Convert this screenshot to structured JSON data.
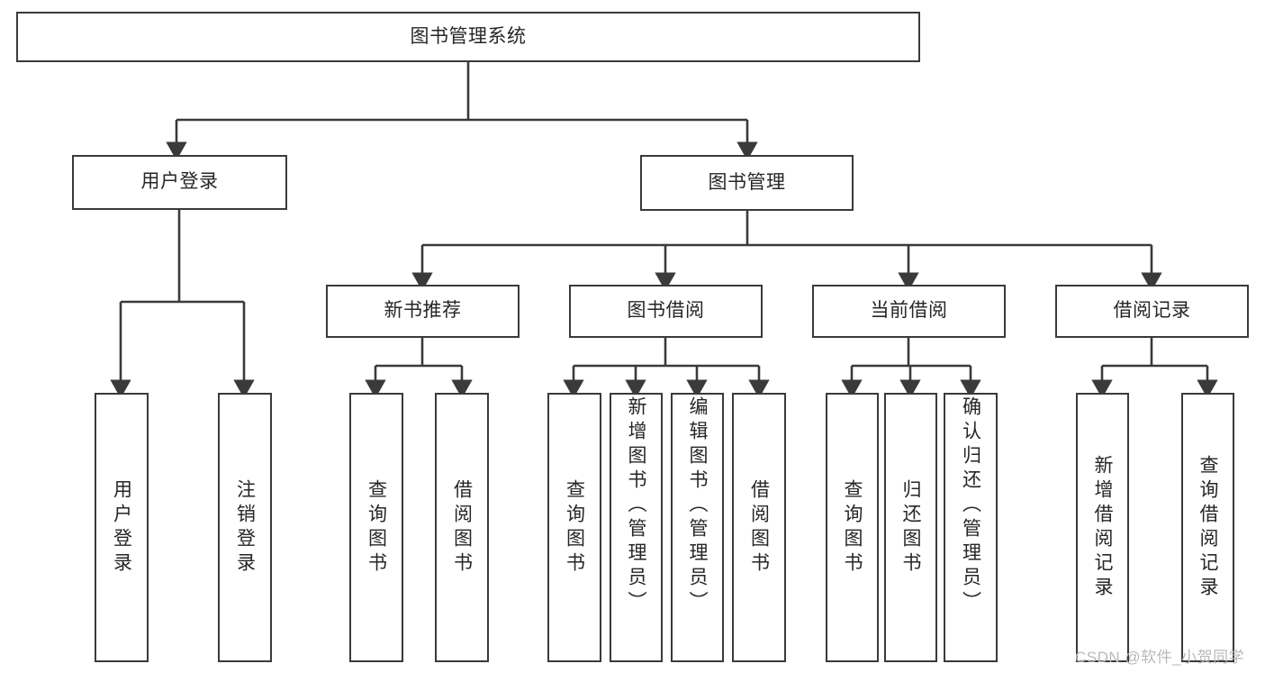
{
  "diagram": {
    "type": "tree-hierarchy",
    "title": "图书管理系统",
    "root": {
      "label": "图书管理系统"
    },
    "level2": [
      {
        "label": "用户登录"
      },
      {
        "label": "图书管理"
      }
    ],
    "level3": [
      {
        "label": "新书推荐"
      },
      {
        "label": "图书借阅"
      },
      {
        "label": "当前借阅"
      },
      {
        "label": "借阅记录"
      }
    ],
    "leaves": {
      "user_login": [
        {
          "label": "用户登录"
        },
        {
          "label": "注销登录"
        }
      ],
      "new_book_recommend": [
        {
          "label": "查询图书"
        },
        {
          "label": "借阅图书"
        }
      ],
      "book_borrow": [
        {
          "label": "查询图书"
        },
        {
          "label": "新增图书（管理员）"
        },
        {
          "label": "编辑图书（管理员）"
        },
        {
          "label": "借阅图书"
        }
      ],
      "current_borrow": [
        {
          "label": "查询图书"
        },
        {
          "label": "归还图书"
        },
        {
          "label": "确认归还（管理员）"
        }
      ],
      "borrow_record": [
        {
          "label": "新增借阅记录"
        },
        {
          "label": "查询借阅记录"
        }
      ]
    }
  },
  "watermark": {
    "text": "CSDN @软件_小贺同学"
  },
  "colors": {
    "stroke": "#3a3a3a",
    "text": "#262626",
    "background": "#ffffff",
    "watermark": "#b9b9b9"
  }
}
